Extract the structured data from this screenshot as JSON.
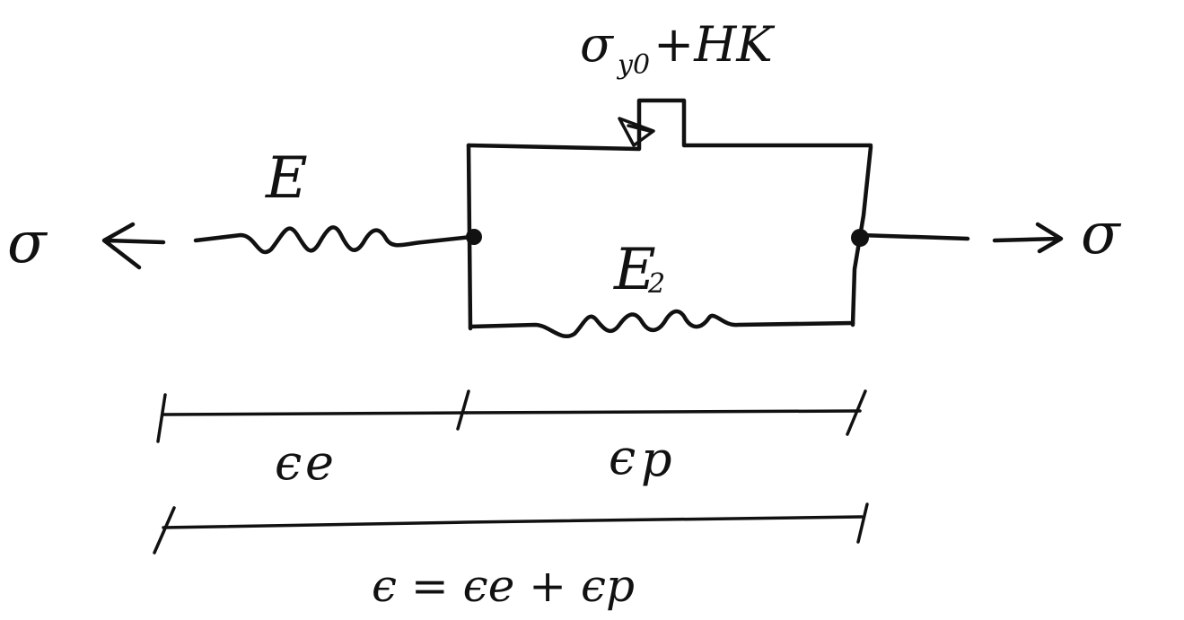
{
  "diagram": {
    "stress_left": "σ",
    "stress_right": "σ",
    "spring_elastic_label": "E",
    "spring_hardening_label": "E",
    "spring_hardening_subscript": "2",
    "friction_label": "σ",
    "friction_subscript": "y0",
    "friction_label_tail": "+HK",
    "strain_elastic_label": "ϵ",
    "strain_elastic_subscript": "e",
    "strain_plastic_label": "ϵ",
    "strain_plastic_subscript": "p",
    "strain_total_equation": "ϵ = ϵe + ϵp"
  }
}
